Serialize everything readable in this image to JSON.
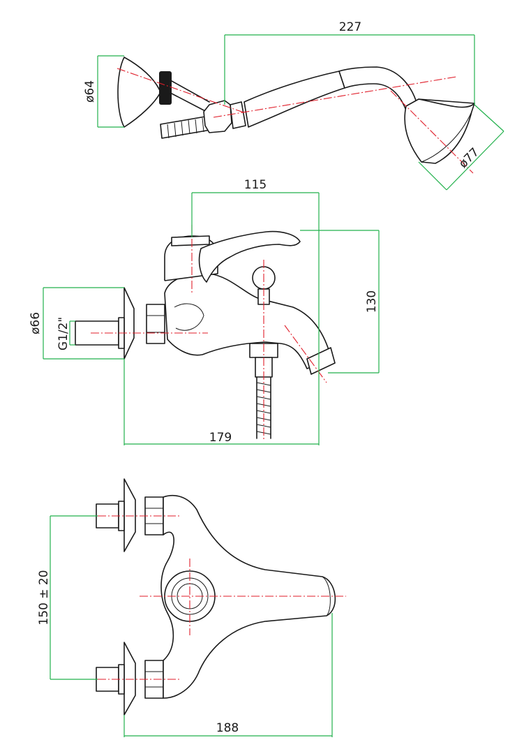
{
  "colors": {
    "outline": "#1a1a1a",
    "dimension": "#22b14c",
    "centerline": "#e01e2a",
    "background": "#ffffff"
  },
  "dimensions": {
    "hand_shower_length": "227",
    "diameter_64": "ø64",
    "diameter_77": "ø77",
    "spout_115": "115",
    "height_130": "130",
    "diameter_66": "ø66",
    "thread": "G1/2\"",
    "depth_179": "179",
    "centers": "150 ± 20",
    "width_188": "188"
  }
}
